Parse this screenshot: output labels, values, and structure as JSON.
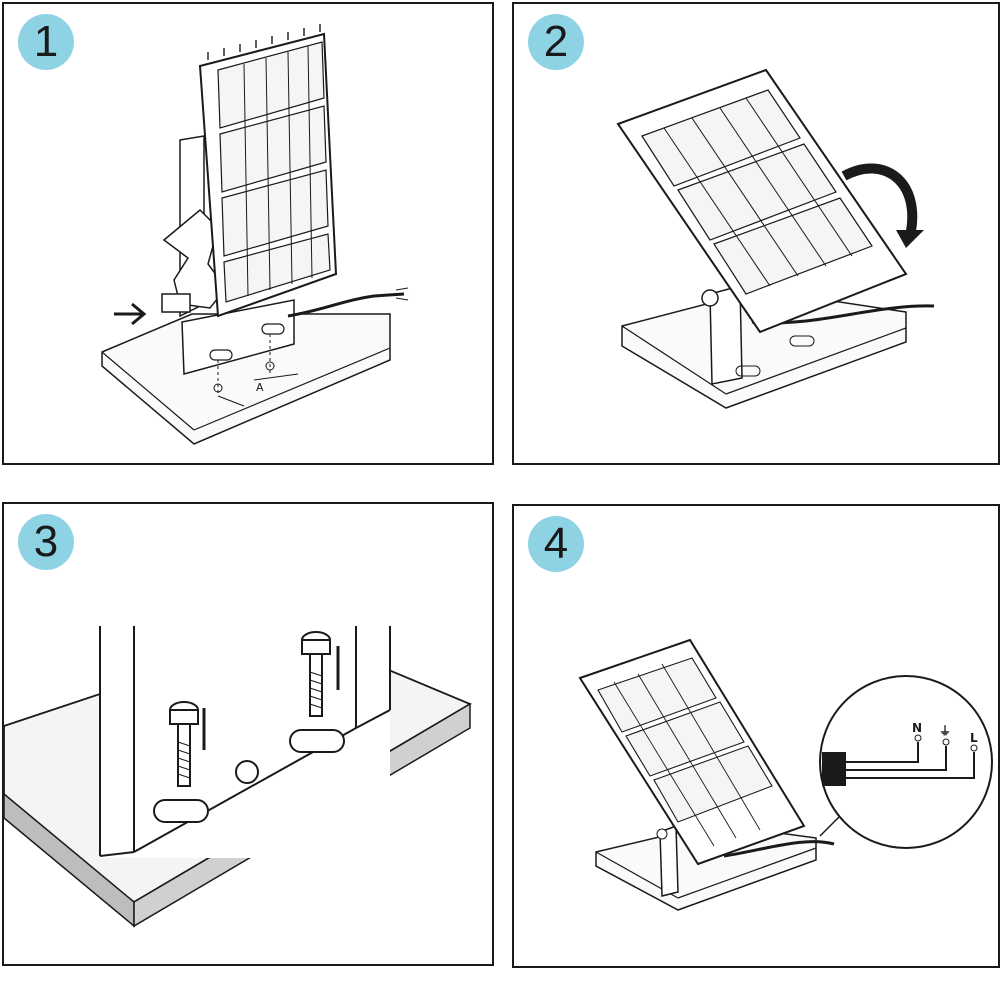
{
  "colors": {
    "badge": "#8ed3e3",
    "line": "#1a1a1a",
    "base_top": "#f0f0f0",
    "base_side": "#bdbdbd"
  },
  "steps": [
    {
      "number": "1",
      "dimension_label": "A"
    },
    {
      "number": "2"
    },
    {
      "number": "3"
    },
    {
      "number": "4",
      "wire_labels": {
        "neutral": "N",
        "earth": "⏚",
        "live": "L"
      }
    }
  ]
}
